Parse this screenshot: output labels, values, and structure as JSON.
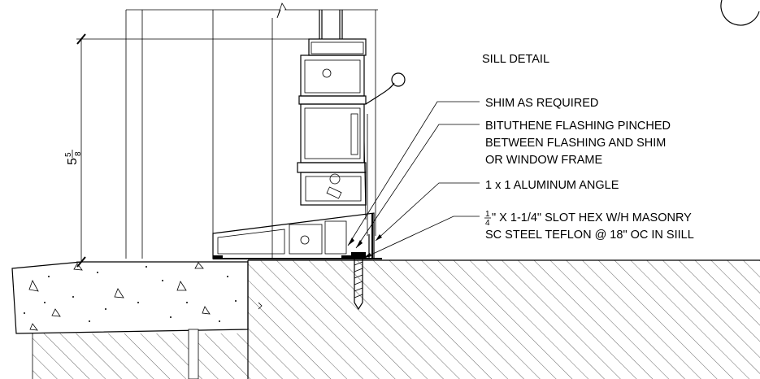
{
  "title": "SILL DETAIL",
  "dimension": {
    "whole": "5",
    "frac_num": "5",
    "frac_den": "8"
  },
  "callouts": [
    {
      "lines": [
        "SHIM AS REQUIRED"
      ]
    },
    {
      "lines": [
        "BITUTHENE FLASHING PINCHED",
        "BETWEEN  FLASHING AND SHIM",
        "OR WINDOW FRAME"
      ]
    },
    {
      "lines": [
        "1 x 1 ALUMINUM ANGLE"
      ]
    },
    {
      "frac_num": "1",
      "frac_den": "4",
      "lines": [
        "\" X 1-1/4\" SLOT HEX W/H MASONRY",
        "SC STEEL TEFLON @ 18\" OC IN SIILL"
      ]
    }
  ]
}
